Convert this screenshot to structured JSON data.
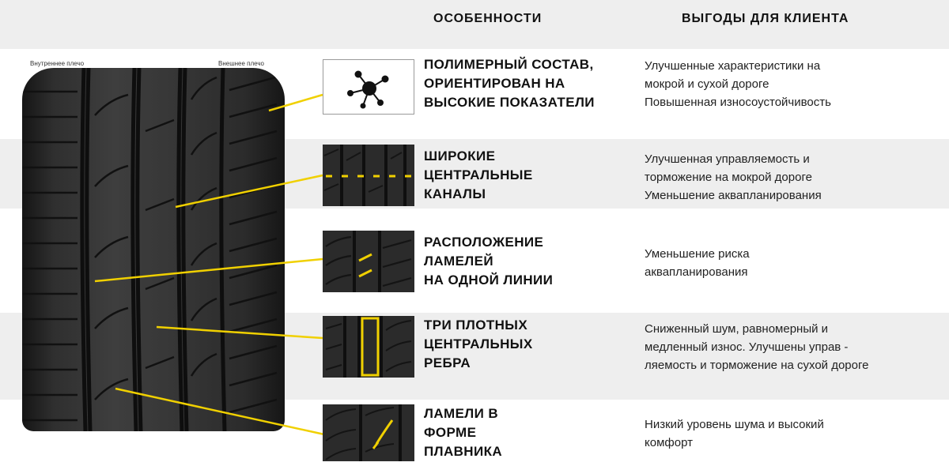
{
  "headers": {
    "features": "ОСОБЕННОСТИ",
    "benefits": "ВЫГОДЫ ДЛЯ КЛИЕНТА"
  },
  "tire": {
    "inner_shoulder": "Внутреннее плечо",
    "outer_shoulder": "Внешнее плечо"
  },
  "rows": [
    {
      "icon": "molecule-icon",
      "feature_lines": [
        "ПОЛИМЕРНЫЙ СОСТАВ,",
        "ОРИЕНТИРОВАН НА",
        "ВЫСОКИЕ ПОКАЗАТЕЛИ"
      ],
      "benefit_lines": [
        "Улучшенные характеристики на",
        "мокрой и сухой дороге",
        "Повышенная износоустойчивость"
      ]
    },
    {
      "icon": "wide-grooves-icon",
      "feature_lines": [
        "ШИРОКИЕ",
        "ЦЕНТРАЛЬНЫЕ",
        "КАНАЛЫ"
      ],
      "benefit_lines": [
        "Улучшенная управляемость и",
        "торможение на мокрой дороге",
        "Уменьшение аквапланирования"
      ]
    },
    {
      "icon": "aligned-sipes-icon",
      "feature_lines": [
        "РАСПОЛОЖЕНИЕ",
        "ЛАМЕЛЕЙ",
        "НА ОДНОЙ ЛИНИИ"
      ],
      "benefit_lines": [
        "Уменьшение риска",
        "аквапланирования"
      ]
    },
    {
      "icon": "central-ribs-icon",
      "feature_lines": [
        "ТРИ ПЛОТНЫХ",
        "ЦЕНТРАЛЬНЫХ",
        "РЕБРА"
      ],
      "benefit_lines": [
        "Сниженный шум, равномерный и",
        "медленный износ. Улучшены управ -",
        "ляемость и торможение на сухой дороге"
      ]
    },
    {
      "icon": "fin-sipes-icon",
      "feature_lines": [
        "ЛАМЕЛИ В",
        "ФОРМЕ",
        "ПЛАВНИКА"
      ],
      "benefit_lines": [
        "Низкий уровень шума и высокий",
        "комфорт"
      ]
    }
  ],
  "colors": {
    "accent": "#f0d000",
    "band": "#eeeeee",
    "tread": "#2b2b2b"
  }
}
